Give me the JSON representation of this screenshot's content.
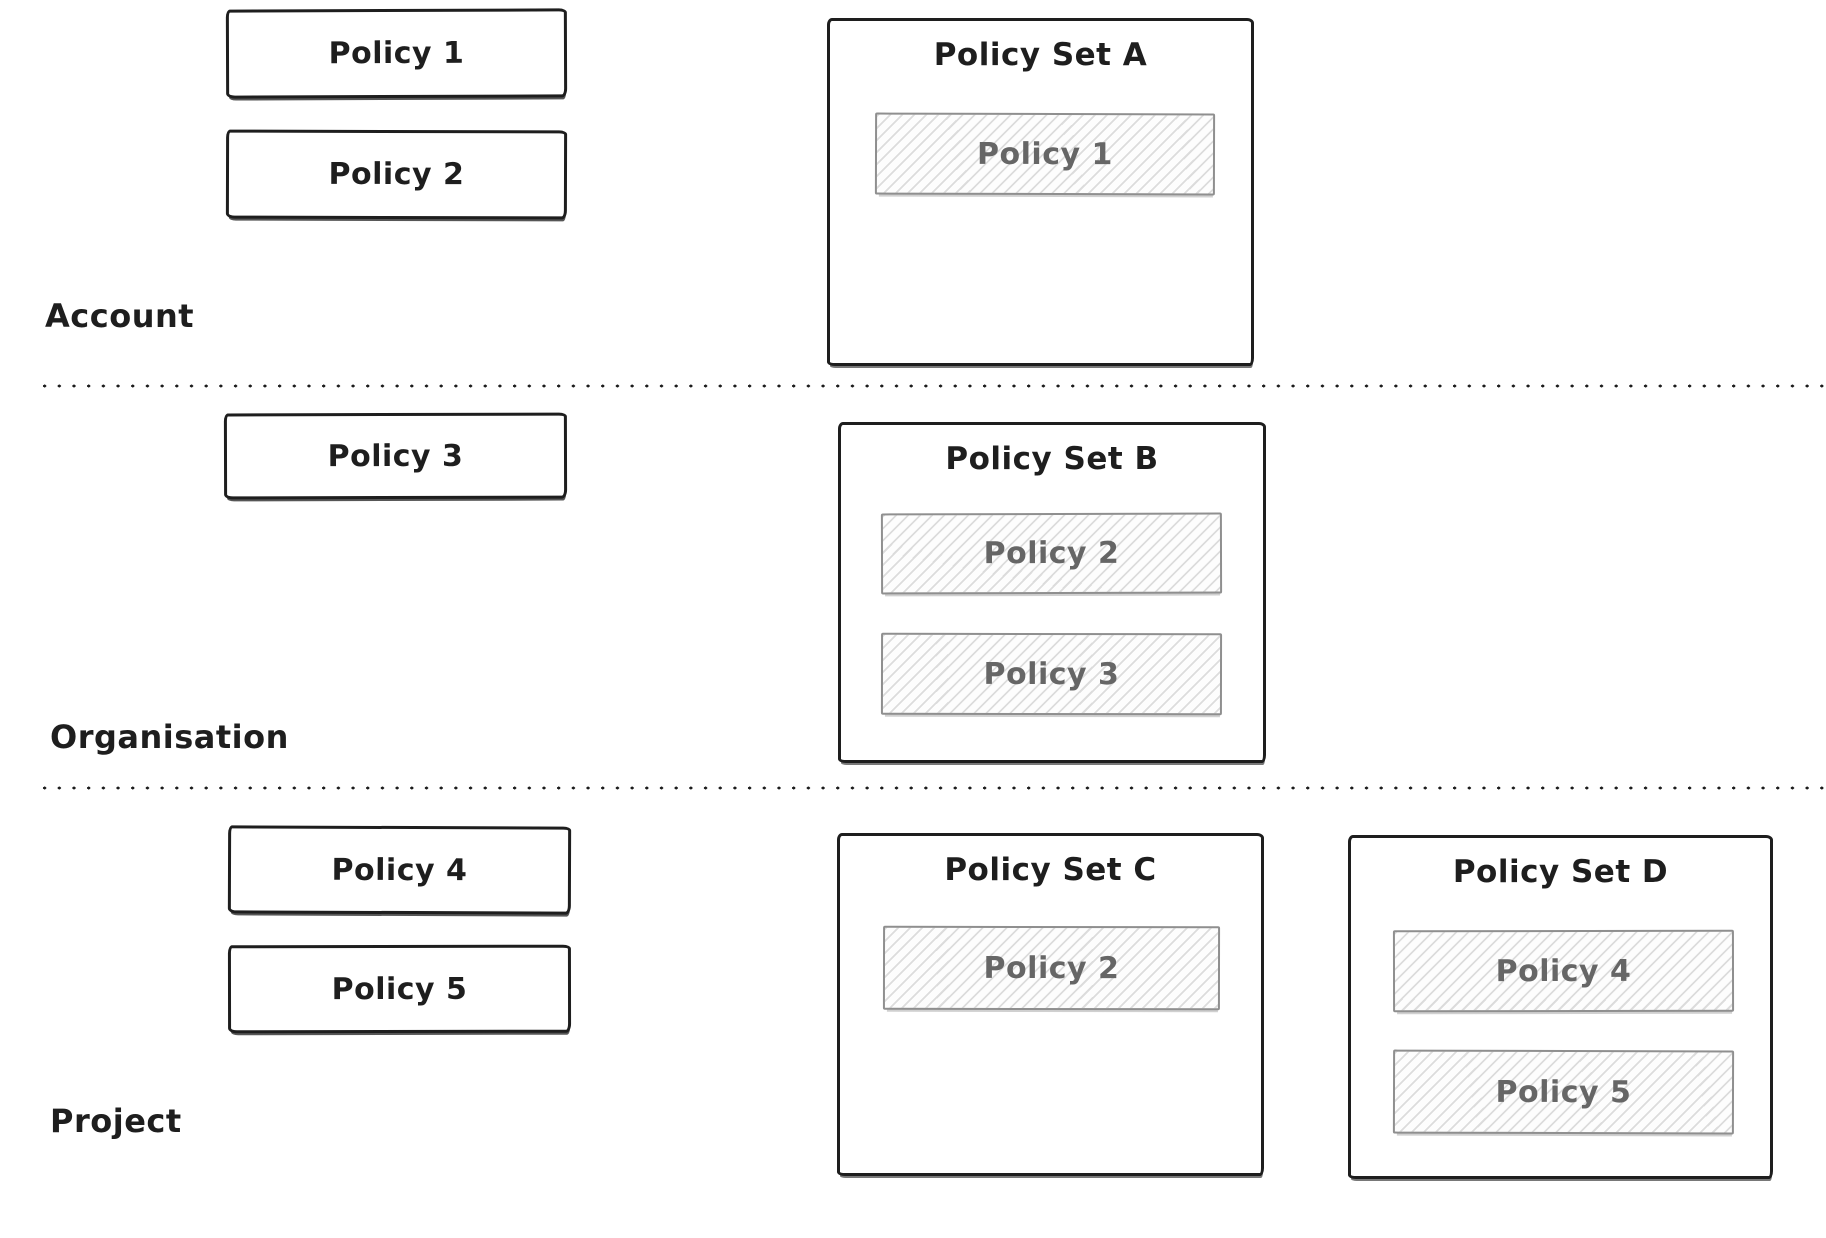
{
  "colors": {
    "ink": "#1e1e1e",
    "member_border": "#8f8f8f",
    "member_text": "#666666",
    "hatch_line": "#c9c9c9",
    "background": "#ffffff"
  },
  "sections": [
    {
      "label": "Account",
      "policies": [
        {
          "label": "Policy 1"
        },
        {
          "label": "Policy 2"
        }
      ],
      "sets": [
        {
          "title": "Policy Set A",
          "members": [
            {
              "label": "Policy 1"
            }
          ]
        }
      ]
    },
    {
      "label": "Organisation",
      "policies": [
        {
          "label": "Policy 3"
        }
      ],
      "sets": [
        {
          "title": "Policy Set B",
          "members": [
            {
              "label": "Policy 2"
            },
            {
              "label": "Policy 3"
            }
          ]
        }
      ]
    },
    {
      "label": "Project",
      "policies": [
        {
          "label": "Policy 4"
        },
        {
          "label": "Policy 5"
        }
      ],
      "sets": [
        {
          "title": "Policy Set C",
          "members": [
            {
              "label": "Policy 2"
            }
          ]
        },
        {
          "title": "Policy Set D",
          "members": [
            {
              "label": "Policy 4"
            },
            {
              "label": "Policy 5"
            }
          ]
        }
      ]
    }
  ]
}
